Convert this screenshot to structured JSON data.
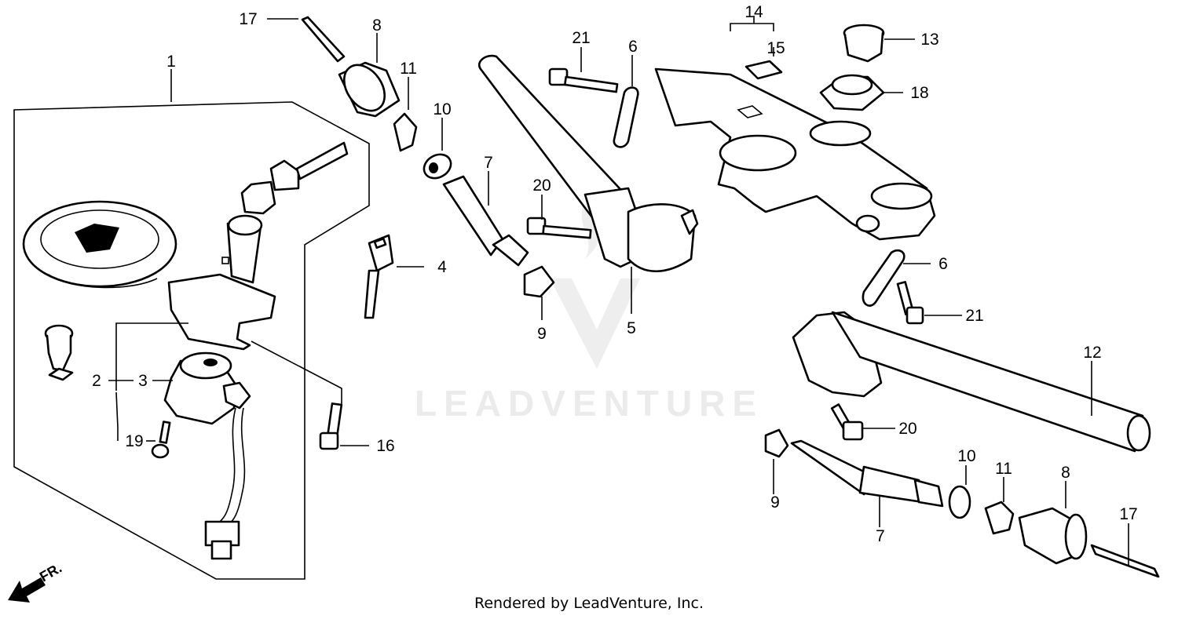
{
  "watermark": {
    "text": "LEADVENTURE"
  },
  "credit": "Rendered by LeadVenture, Inc.",
  "front_marker": "FR.",
  "callouts": {
    "c1": "1",
    "c2": "2",
    "c3": "3",
    "c4": "4",
    "c5": "5",
    "c6a": "6",
    "c6b": "6",
    "c7a": "7",
    "c7b": "7",
    "c8a": "8",
    "c8b": "8",
    "c9a": "9",
    "c9b": "9",
    "c10a": "10",
    "c10b": "10",
    "c11a": "11",
    "c11b": "11",
    "c12": "12",
    "c13": "13",
    "c14": "14",
    "c15": "15",
    "c16": "16",
    "c17a": "17",
    "c17b": "17",
    "c18": "18",
    "c19": "19",
    "c20a": "20",
    "c20b": "20",
    "c21a": "21",
    "c21b": "21"
  }
}
